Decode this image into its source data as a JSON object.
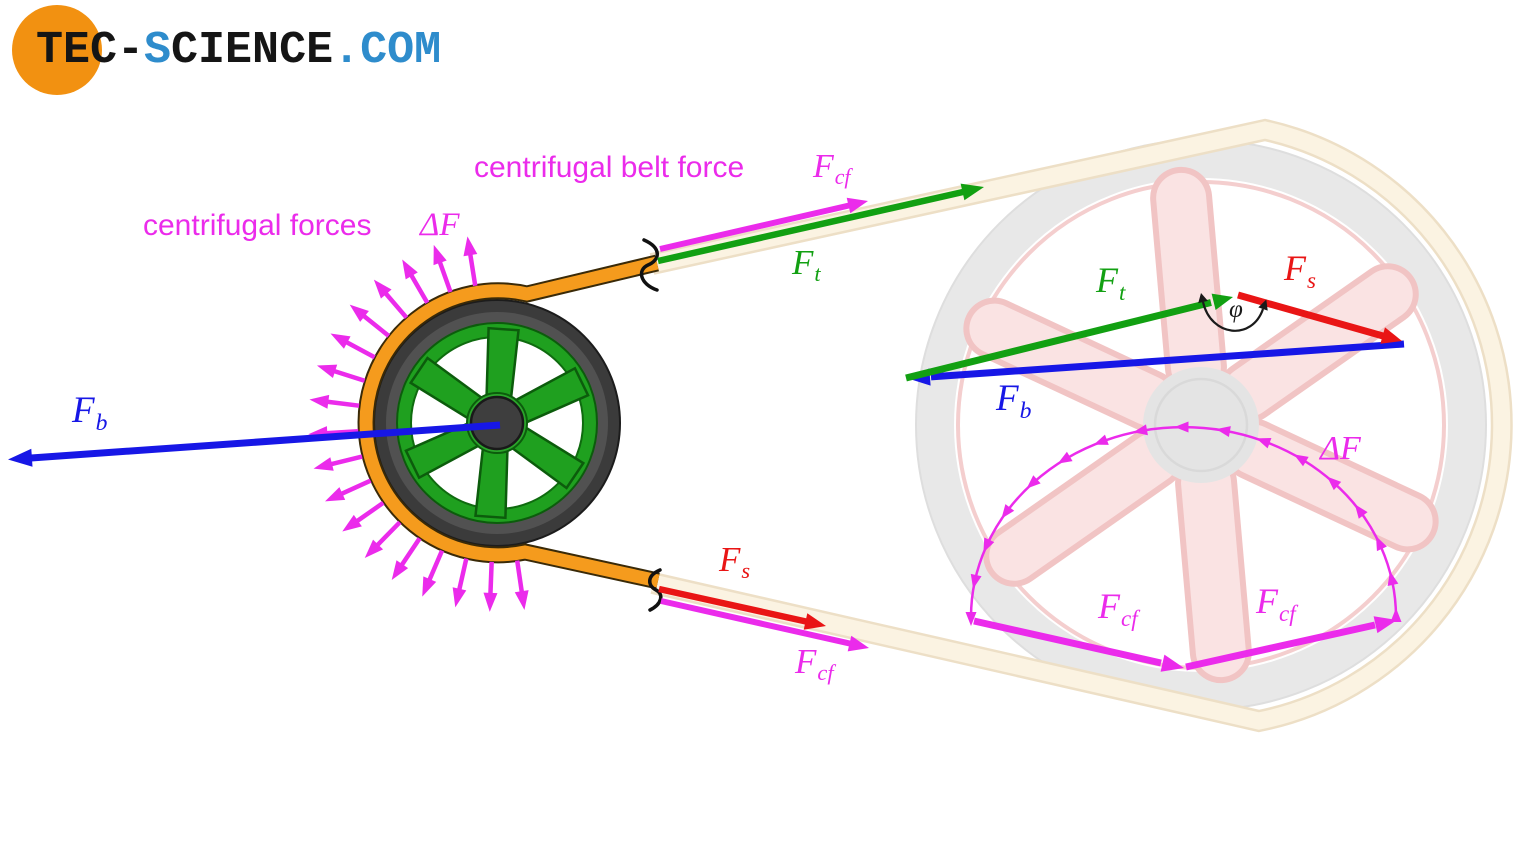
{
  "page": {
    "background": "#FFFFFF"
  },
  "logo": {
    "parts": [
      {
        "text": "TEC-",
        "color_key": "logo_dark"
      },
      {
        "text": "S",
        "color_key": "logo_blue"
      },
      {
        "text": "CIENCE",
        "color_key": "logo_dark"
      },
      {
        "text": ".COM",
        "color_key": "logo_blue"
      }
    ]
  },
  "annotations": {
    "belt_force": {
      "text": "centrifugal belt force",
      "force": {
        "main": "F",
        "sub": "cf"
      }
    },
    "centrifugal": {
      "text": "centrifugal forces",
      "force": {
        "main": "ΔF",
        "sub": ""
      }
    }
  },
  "belt_drive": {
    "labels": {
      "Ft": {
        "main": "F",
        "sub": "t"
      },
      "Fb": {
        "main": "F",
        "sub": "b"
      },
      "Fs": {
        "main": "F",
        "sub": "s"
      },
      "Fcf_top": {
        "main": "F",
        "sub": "cf"
      },
      "Fcf_bottom": {
        "main": "F",
        "sub": "cf"
      }
    }
  },
  "vector_diagram": {
    "labels": {
      "Ft": {
        "main": "F",
        "sub": "t"
      },
      "Fs": {
        "main": "F",
        "sub": "s"
      },
      "Fb": {
        "main": "F",
        "sub": "b"
      },
      "phi": "φ"
    }
  },
  "force_polygon": {
    "labels": {
      "deltaF": "ΔF",
      "Fcf_left": {
        "main": "F",
        "sub": "cf"
      },
      "Fcf_right": {
        "main": "F",
        "sub": "cf"
      }
    }
  },
  "colors": {
    "magenta": "#EB2BEB",
    "green": "#12A012",
    "blue": "#1717E6",
    "red": "#E91515",
    "belt_orange": "#F59B1D",
    "belt_outline": "#3A2A08",
    "pulley_green": "#1FA01F",
    "pulley_green_dark": "#0C5C0C",
    "rim_gray": "#3B3B3B",
    "hub_gray": "#3E3E3E",
    "faded_cream": "#FBF3E2",
    "faded_cream_edge": "#EDDFC6",
    "faded_rim": "#E8E8E8",
    "faded_pink": "#FAE3E3",
    "faded_pink_edge": "#F1C4C4",
    "logo_orange": "#F29111",
    "logo_blue": "#2E8CCC",
    "logo_dark": "#151515",
    "black": "#1A1A1A"
  }
}
